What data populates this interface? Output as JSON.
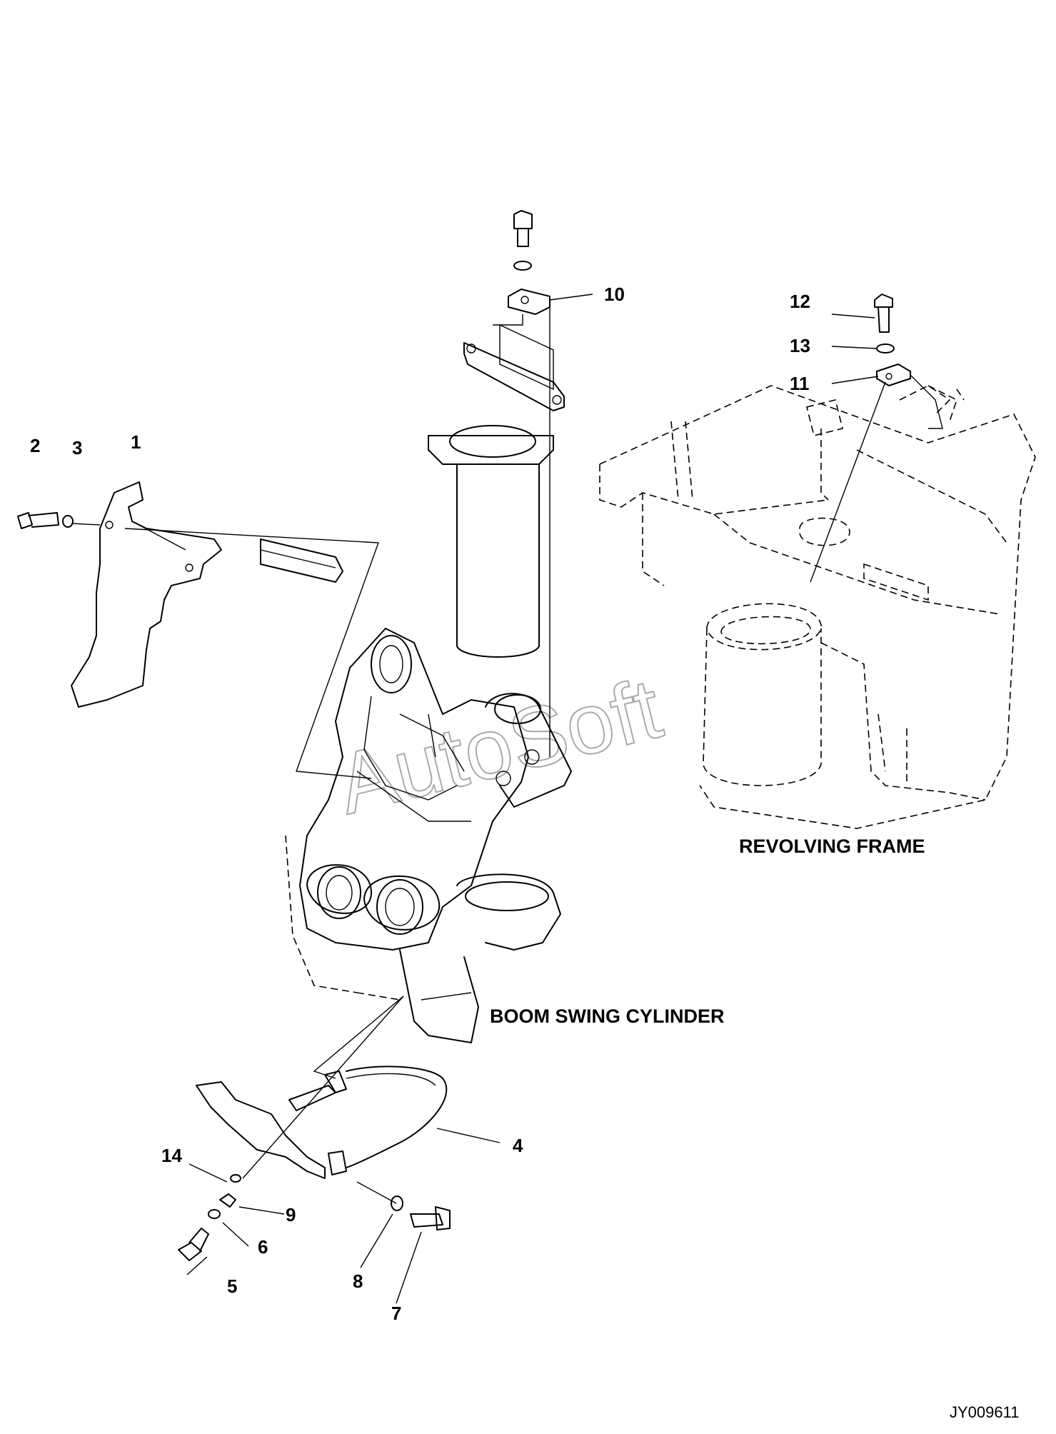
{
  "diagram": {
    "labels": {
      "revolving_frame": "REVOLVING FRAME",
      "boom_swing_cylinder": "BOOM SWING CYLINDER"
    },
    "callouts": [
      "1",
      "2",
      "3",
      "4",
      "5",
      "6",
      "7",
      "8",
      "9",
      "10",
      "11",
      "12",
      "13",
      "14"
    ],
    "document_id": "JY009611",
    "watermark": "AutoSoft"
  }
}
